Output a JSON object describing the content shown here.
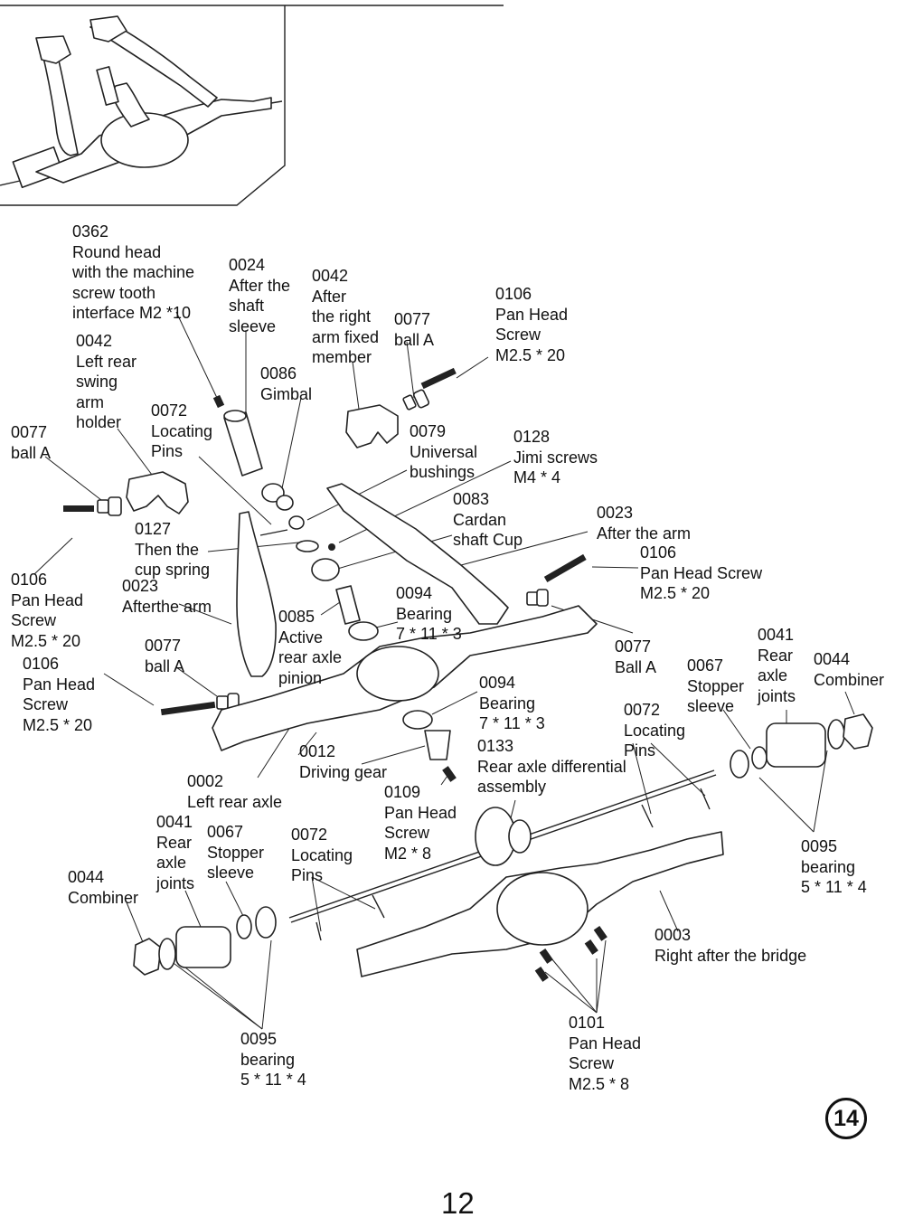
{
  "callouts": [
    {
      "id": "c0362",
      "lines": [
        "0362",
        "Round head",
        "with the machine",
        "screw tooth",
        "interface M2 *10"
      ]
    },
    {
      "id": "c0024",
      "lines": [
        "0024",
        "After the",
        "shaft",
        "sleeve"
      ]
    },
    {
      "id": "c0042r",
      "lines": [
        "0042",
        "After",
        "the right",
        "arm fixed",
        "member"
      ]
    },
    {
      "id": "c0077a",
      "lines": [
        "0077",
        "ball A"
      ]
    },
    {
      "id": "c0106a",
      "lines": [
        "0106",
        "Pan Head",
        "Screw",
        "M2.5 * 20"
      ]
    },
    {
      "id": "c0042l",
      "lines": [
        "0042",
        "Left rear",
        "swing",
        "arm",
        "holder"
      ]
    },
    {
      "id": "c0086",
      "lines": [
        "0086",
        "Gimbal"
      ]
    },
    {
      "id": "c0072a",
      "lines": [
        "0072",
        "Locating",
        "Pins"
      ]
    },
    {
      "id": "c0077b",
      "lines": [
        "0077",
        "ball A"
      ]
    },
    {
      "id": "c0079",
      "lines": [
        "0079",
        "Universal",
        "bushings"
      ]
    },
    {
      "id": "c0128",
      "lines": [
        "0128",
        "Jimi screws",
        "M4 * 4"
      ]
    },
    {
      "id": "c0083",
      "lines": [
        "0083",
        "Cardan",
        "shaft Cup"
      ]
    },
    {
      "id": "c0127",
      "lines": [
        "0127",
        "Then the",
        "cup spring"
      ]
    },
    {
      "id": "c0023a",
      "lines": [
        "0023",
        "After the arm"
      ]
    },
    {
      "id": "c0106b",
      "lines": [
        "0106",
        "Pan Head Screw",
        "M2.5 * 20"
      ]
    },
    {
      "id": "c0106c",
      "lines": [
        "0106",
        "Pan Head",
        "Screw",
        "M2.5 * 20"
      ]
    },
    {
      "id": "c0023b",
      "lines": [
        "0023",
        "Afterthe arm"
      ]
    },
    {
      "id": "c0094a",
      "lines": [
        "0094",
        "Bearing",
        "7 * 11 * 3"
      ]
    },
    {
      "id": "c0085",
      "lines": [
        "0085",
        "Active",
        "rear axle",
        "pinion"
      ]
    },
    {
      "id": "c0077c",
      "lines": [
        "0077",
        "ball A"
      ]
    },
    {
      "id": "c0077d",
      "lines": [
        "0077",
        "Ball A"
      ]
    },
    {
      "id": "c0041a",
      "lines": [
        "0041",
        "Rear",
        "axle",
        "joints"
      ]
    },
    {
      "id": "c0044a",
      "lines": [
        "0044",
        "Combiner"
      ]
    },
    {
      "id": "c0067a",
      "lines": [
        "0067",
        "Stopper",
        "sleeve"
      ]
    },
    {
      "id": "c0106d",
      "lines": [
        "0106",
        "Pan Head",
        "Screw",
        "M2.5 * 20"
      ]
    },
    {
      "id": "c0094b",
      "lines": [
        "0094",
        "Bearing",
        "7 * 11 * 3"
      ]
    },
    {
      "id": "c0072b",
      "lines": [
        "0072",
        "Locating",
        "Pins"
      ]
    },
    {
      "id": "c0012",
      "lines": [
        "0012",
        "Driving gear"
      ]
    },
    {
      "id": "c0133",
      "lines": [
        "0133",
        "Rear axle differential",
        "assembly"
      ]
    },
    {
      "id": "c0002",
      "lines": [
        "0002",
        "Left rear axle"
      ]
    },
    {
      "id": "c0109",
      "lines": [
        "0109",
        "Pan Head",
        "Screw",
        "M2 * 8"
      ]
    },
    {
      "id": "c0041b",
      "lines": [
        "0041",
        "Rear",
        "axle",
        "joints"
      ]
    },
    {
      "id": "c0067b",
      "lines": [
        "0067",
        "Stopper",
        "sleeve"
      ]
    },
    {
      "id": "c0072c",
      "lines": [
        "0072",
        "Locating",
        "Pins"
      ]
    },
    {
      "id": "c0095a",
      "lines": [
        "0095",
        "bearing",
        "5 * 11 * 4"
      ]
    },
    {
      "id": "c0044b",
      "lines": [
        "0044",
        "Combiner"
      ]
    },
    {
      "id": "c0003",
      "lines": [
        "0003",
        "Right after the bridge"
      ]
    },
    {
      "id": "c0095b",
      "lines": [
        "0095",
        "bearing",
        "5 * 11 * 4"
      ]
    },
    {
      "id": "c0101",
      "lines": [
        "0101",
        "Pan Head",
        "Screw",
        "M2.5 * 8"
      ]
    }
  ],
  "step_number": "14",
  "page_number": "12"
}
